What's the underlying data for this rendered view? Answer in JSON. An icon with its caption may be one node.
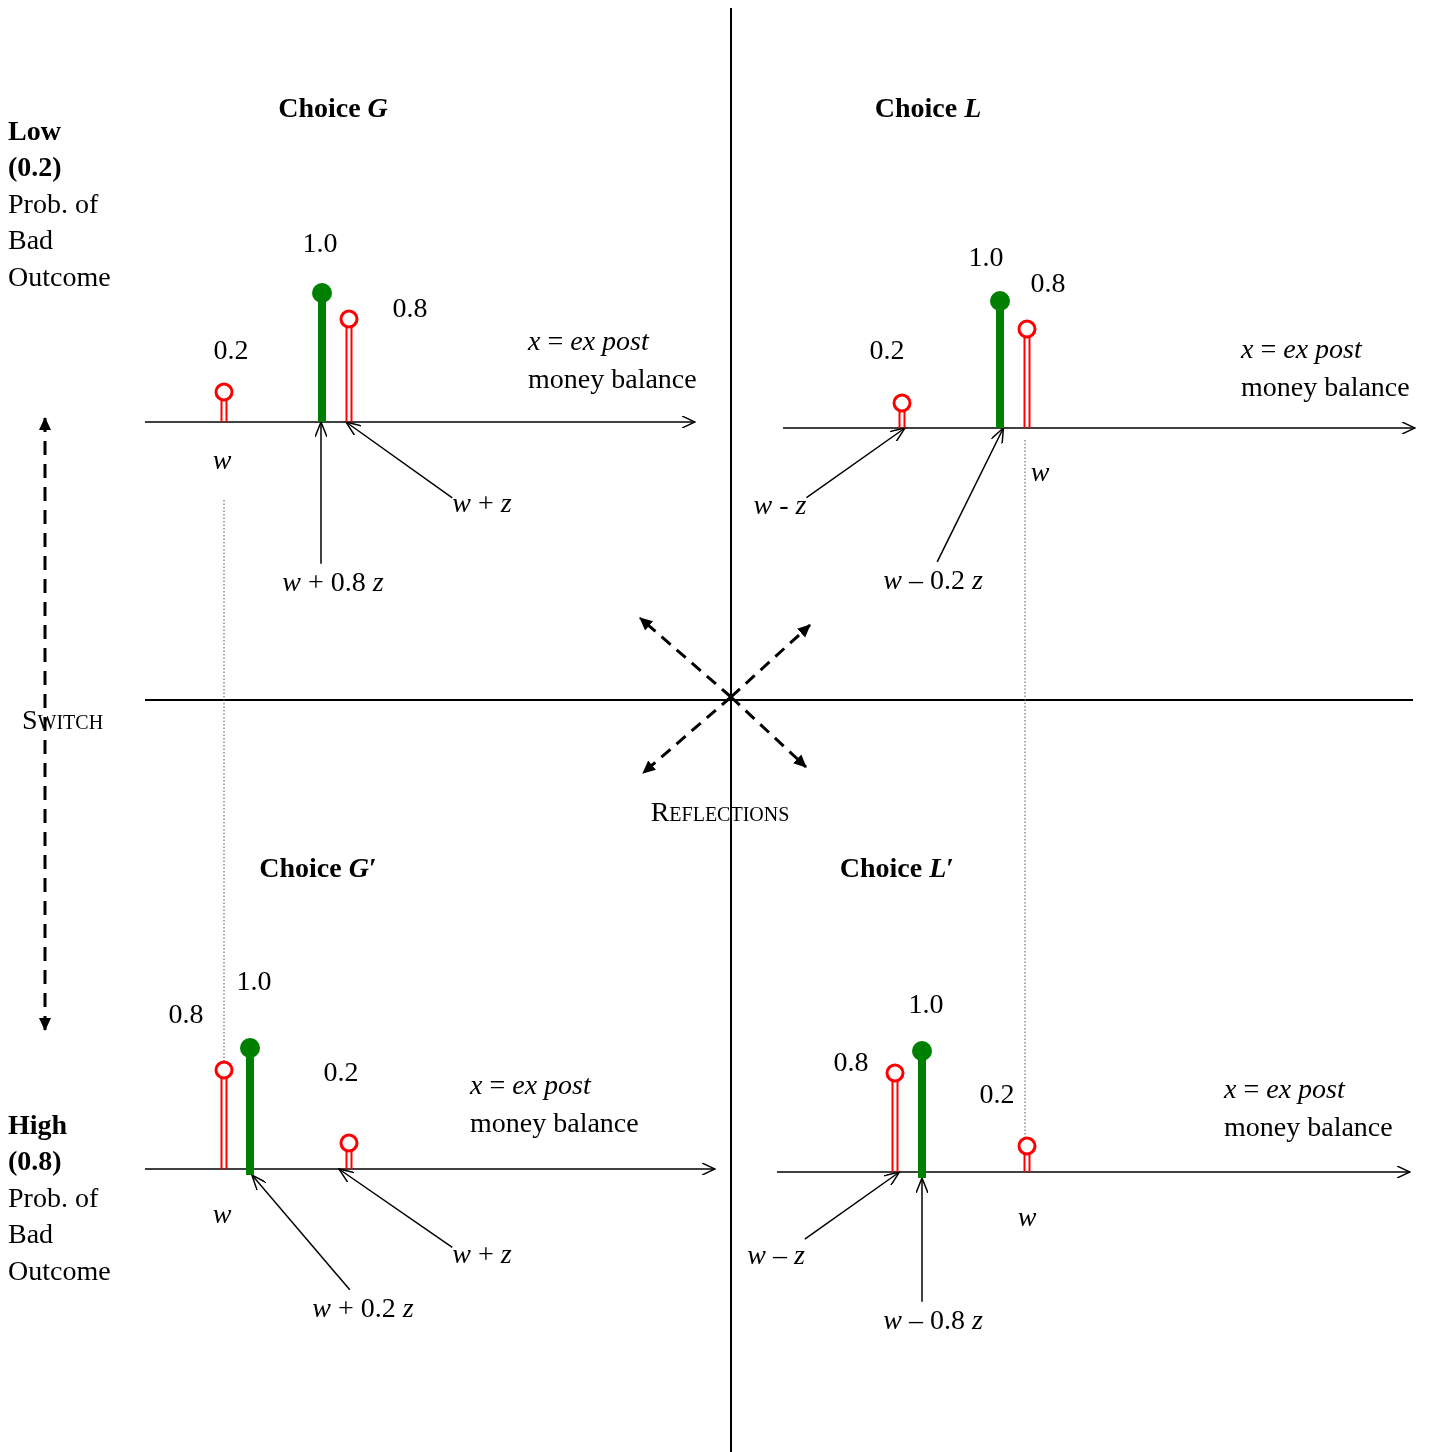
{
  "diagram": {
    "nodes": [
      {
        "text": [
          "*w* + *z*"
        ]
      },
      {
        "text": [],
        "shape": "bar"
      },
      {
        "text": [
          "*w* + 0.8 *z*"
        ]
      },
      {
        "text": [],
        "shape": "bar"
      },
      {
        "text": [
          "*w* - *z*"
        ]
      },
      {
        "text": [],
        "shape": "bar"
      },
      {
        "text": [
          "*w* – 0.2 *z*"
        ]
      },
      {
        "text": [],
        "shape": "bar"
      },
      {
        "text": [
          "*w* + *z*"
        ]
      },
      {
        "text": [],
        "shape": "bar"
      },
      {
        "text": [
          "*w* + 0.2 *z*"
        ]
      },
      {
        "text": [],
        "shape": "bar"
      },
      {
        "text": [
          "*w* – *z*"
        ]
      },
      {
        "text": [],
        "shape": "bar"
      },
      {
        "text": [
          "*w* – 0.8 *z*"
        ]
      },
      {
        "text": [],
        "shape": "bar"
      },
      {
        "text": [],
        "shape": "bar"
      },
      {
        "text": [],
        "shape": "bar"
      },
      {
        "text": [],
        "shape": "bar"
      },
      {
        "text": [],
        "shape": "bar"
      }
    ],
    "edges": [
      {
        "from": 0,
        "to": 1,
        "arrow": "to"
      },
      {
        "from": 2,
        "to": 3,
        "arrow": "to"
      },
      {
        "from": 4,
        "to": 5,
        "arrow": "to"
      },
      {
        "from": 6,
        "to": 7,
        "arrow": "to"
      },
      {
        "from": 8,
        "to": 9,
        "arrow": "to"
      },
      {
        "from": 10,
        "to": 11,
        "arrow": "to"
      },
      {
        "from": 12,
        "to": 13,
        "arrow": "to"
      },
      {
        "from": 14,
        "to": 15,
        "arrow": "to"
      }
    ],
    "labels": [
      "Choice *G*",
      "Choice *L*",
      "Low (0.2)",
      "Prob. of Bad Outcome",
      "1.0",
      "1.0",
      "0.8",
      "0.8",
      "*x* = *ex post* money balance",
      "0.2",
      "0.2",
      "*x* = *ex post* money balance",
      "*w*",
      "*w*",
      "Switch",
      "Reflections",
      "Choice *G*′",
      "Choice *L*′",
      "1.0",
      "1.0",
      "0.8",
      "0.8",
      "0.2",
      "*x* = *ex post* money balance",
      "0.2",
      "*x* = *ex post* money balance",
      "High (0.8)",
      "Prob. of Bad Outcome",
      "*w*",
      "*w*"
    ]
  }
}
